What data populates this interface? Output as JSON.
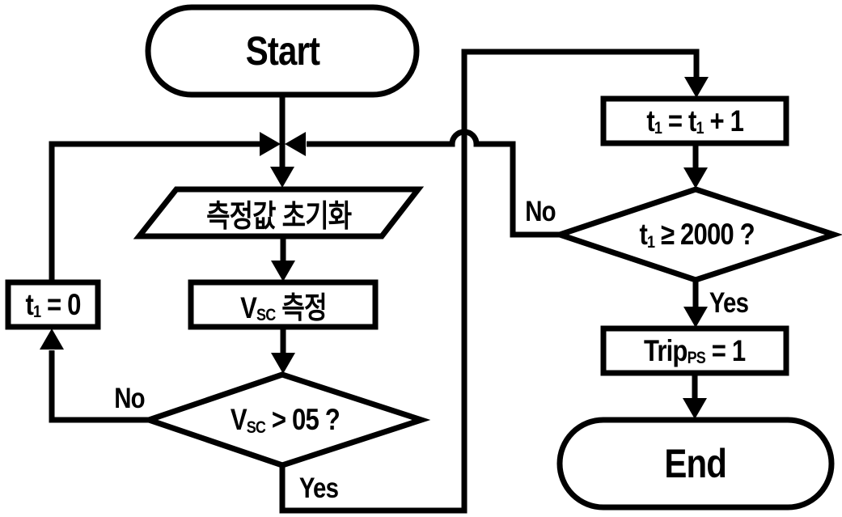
{
  "flowchart": {
    "colors": {
      "stroke": "#000000",
      "fill": "#ffffff",
      "text": "#000000"
    },
    "nodes": {
      "start": {
        "type": "terminator",
        "label": "Start"
      },
      "init": {
        "type": "input-output",
        "label": "측정값 초기화"
      },
      "measure": {
        "type": "process",
        "parts": [
          "V",
          "SC",
          " 측정"
        ]
      },
      "decision_vsc": {
        "type": "decision",
        "parts": [
          "V",
          "SC",
          " > 05 ?"
        ]
      },
      "t1_zero": {
        "type": "process",
        "parts": [
          "t",
          "1",
          " = 0"
        ]
      },
      "t1_increment": {
        "type": "process",
        "parts": [
          "t",
          "1",
          " = t",
          "1",
          " + 1"
        ]
      },
      "decision_t1": {
        "type": "decision",
        "parts": [
          "t",
          "1",
          " ≥ 2000 ?"
        ]
      },
      "trip": {
        "type": "process",
        "parts": [
          "Trip",
          "PS",
          " = 1"
        ]
      },
      "end": {
        "type": "terminator",
        "label": "End"
      }
    },
    "edge_labels": {
      "vsc_no": "No",
      "vsc_yes": "Yes",
      "t1_no": "No",
      "t1_yes": "Yes"
    }
  }
}
